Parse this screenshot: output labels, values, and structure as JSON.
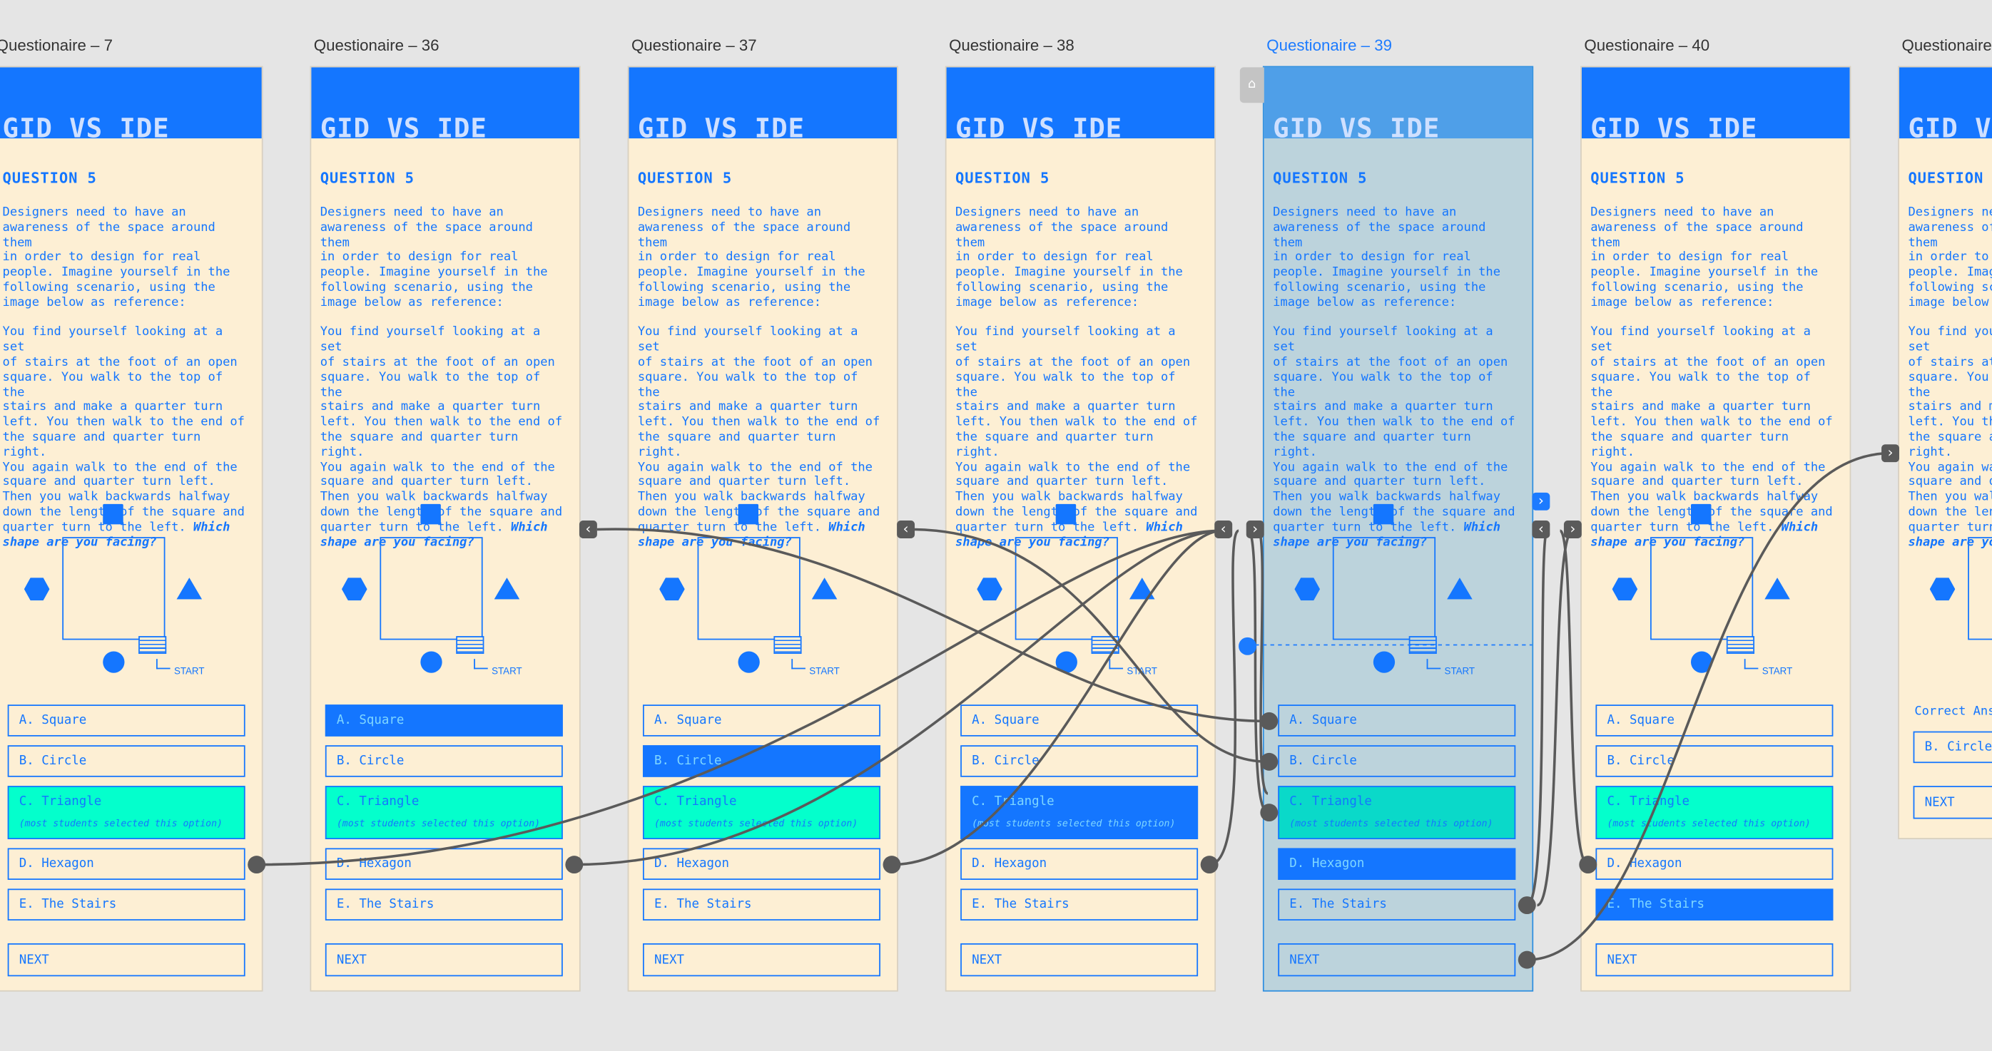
{
  "frames": [
    {
      "label": "Questionaire – 7",
      "selected_option": null
    },
    {
      "label": "Questionaire – 36",
      "selected_option": 0
    },
    {
      "label": "Questionaire – 37",
      "selected_option": 1
    },
    {
      "label": "Questionaire – 38",
      "selected_option": 2
    },
    {
      "label": "Questionaire – 39",
      "selected_option": 3,
      "frame_selected": true
    },
    {
      "label": "Questionaire – 40",
      "selected_option": 4
    },
    {
      "label": "Questionaire",
      "selected_option": null
    }
  ],
  "card": {
    "header": "GID VS IDE",
    "question_title": "QUESTION 5",
    "paragraph_1": "Designers need to have an\nawareness of the space around them\nin order to design for real\npeople. Imagine yourself in the\nfollowing scenario, using the\nimage below as reference:",
    "paragraph_2": "You find yourself looking at a set\nof stairs at the foot of an open\nsquare. You walk to the top of the\nstairs and make a quarter turn\nleft. You then walk to the end of\nthe square and quarter turn right.\nYou again walk to the end of the\nsquare and  quarter turn left.\nThen you walk backwards halfway\ndown the length of the square and\nquarter turn to the left.",
    "question_emphasis": "Which\nshape are you facing?",
    "start_label": "START",
    "options": [
      {
        "label": "A. Square"
      },
      {
        "label": "B. Circle"
      },
      {
        "label": "C. Triangle",
        "note": "(most students selected this option)"
      },
      {
        "label": "D. Hexagon"
      },
      {
        "label": "E. The Stairs"
      }
    ],
    "next_label": "NEXT"
  },
  "partial_card": {
    "correct_label": "Correct Ans",
    "answer_label": "B. Circle",
    "next_label": "NEXT"
  },
  "colors": {
    "canvas": "#e5e5e5",
    "card": "#fdefd4",
    "brand_blue": "#1476ff",
    "highlight": "#04ffcc",
    "selected_frame": "#bcd3dc",
    "wire": "#5a5a5a"
  }
}
